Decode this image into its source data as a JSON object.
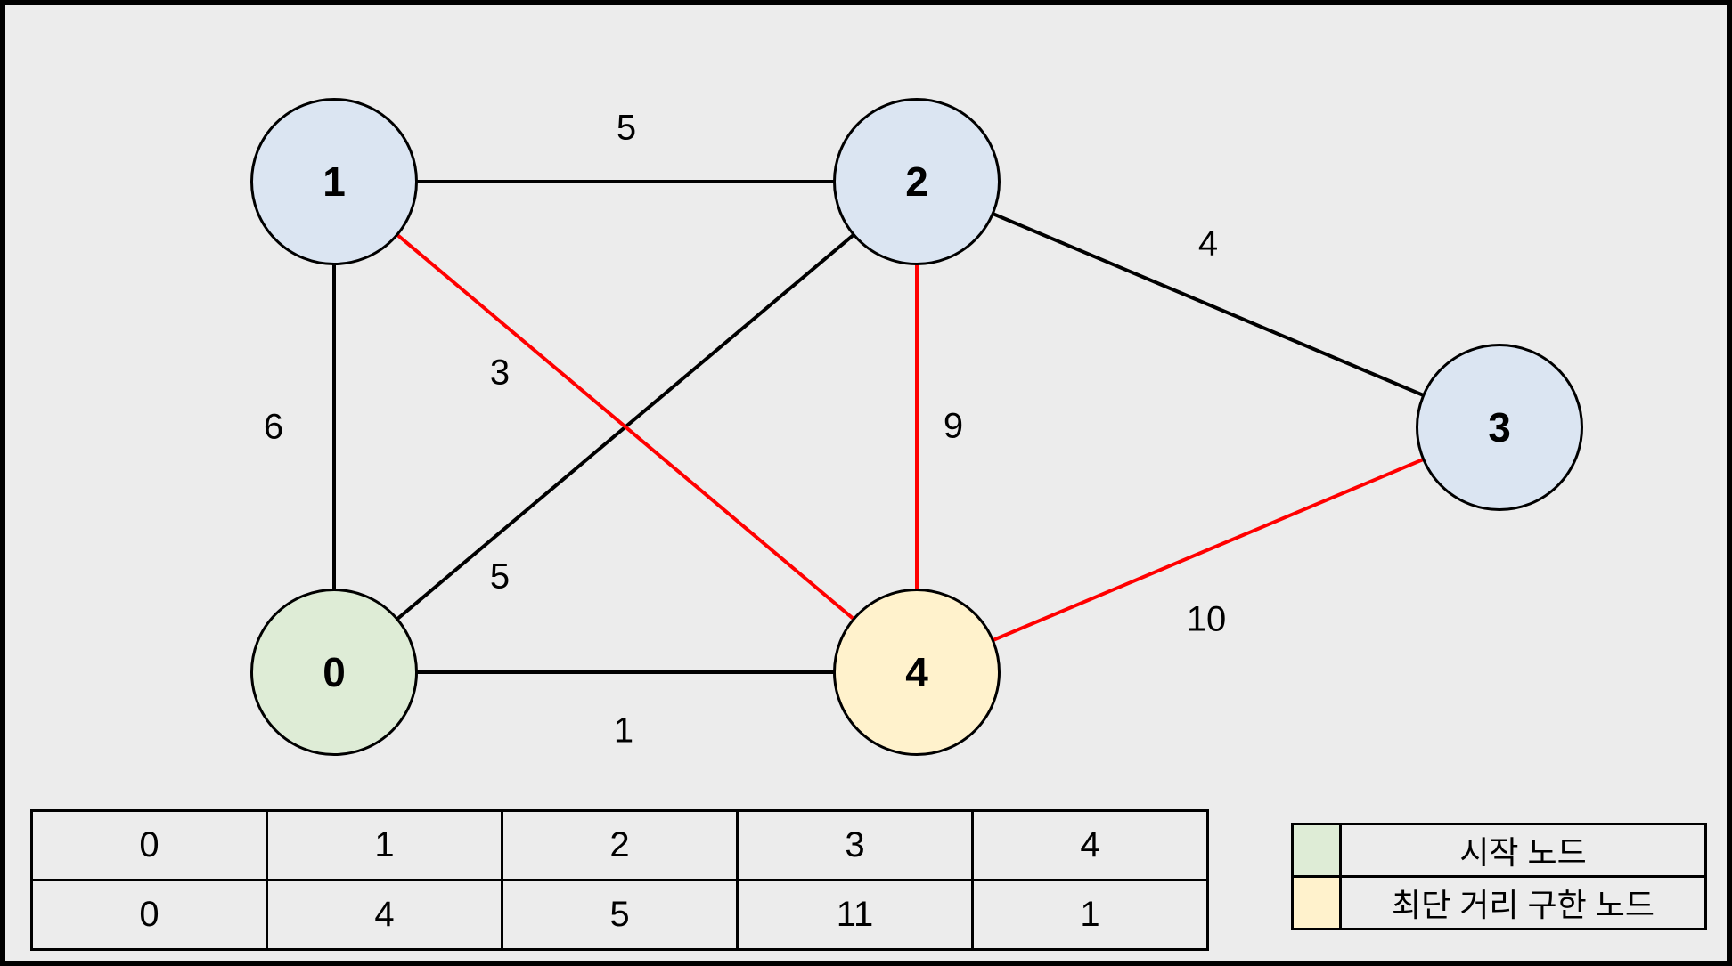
{
  "graph": {
    "nodes": [
      {
        "id": "1",
        "fill": "#dbe5f2",
        "role": "unvisited"
      },
      {
        "id": "2",
        "fill": "#dbe5f2",
        "role": "unvisited"
      },
      {
        "id": "3",
        "fill": "#dbe5f2",
        "role": "unvisited"
      },
      {
        "id": "0",
        "fill": "#deecd6",
        "role": "start"
      },
      {
        "id": "4",
        "fill": "#fff2cc",
        "role": "shortest-distance-found"
      }
    ],
    "edges": [
      {
        "from": "1",
        "to": "2",
        "weight": "5",
        "color": "#000000"
      },
      {
        "from": "2",
        "to": "3",
        "weight": "4",
        "color": "#000000"
      },
      {
        "from": "0",
        "to": "1",
        "weight": "6",
        "color": "#000000"
      },
      {
        "from": "0",
        "to": "2",
        "weight": "5",
        "color": "#000000"
      },
      {
        "from": "0",
        "to": "4",
        "weight": "1",
        "color": "#000000"
      },
      {
        "from": "1",
        "to": "4",
        "weight": "3",
        "color": "#ff0000"
      },
      {
        "from": "2",
        "to": "4",
        "weight": "9",
        "color": "#ff0000"
      },
      {
        "from": "4",
        "to": "3",
        "weight": "10",
        "color": "#ff0000"
      }
    ]
  },
  "distance_table": {
    "headers": [
      "0",
      "1",
      "2",
      "3",
      "4"
    ],
    "values": [
      "0",
      "4",
      "5",
      "11",
      "1"
    ]
  },
  "legend": {
    "items": [
      {
        "swatch_color": "#deecd6",
        "label": "시작 노드"
      },
      {
        "swatch_color": "#fff2cc",
        "label": "최단 거리 구한 노드"
      }
    ]
  },
  "colors": {
    "background": "#ececec",
    "node_blue": "#dbe5f2",
    "node_green": "#deecd6",
    "node_yellow": "#fff2cc",
    "edge_default": "#000000",
    "edge_highlight": "#ff0000"
  }
}
